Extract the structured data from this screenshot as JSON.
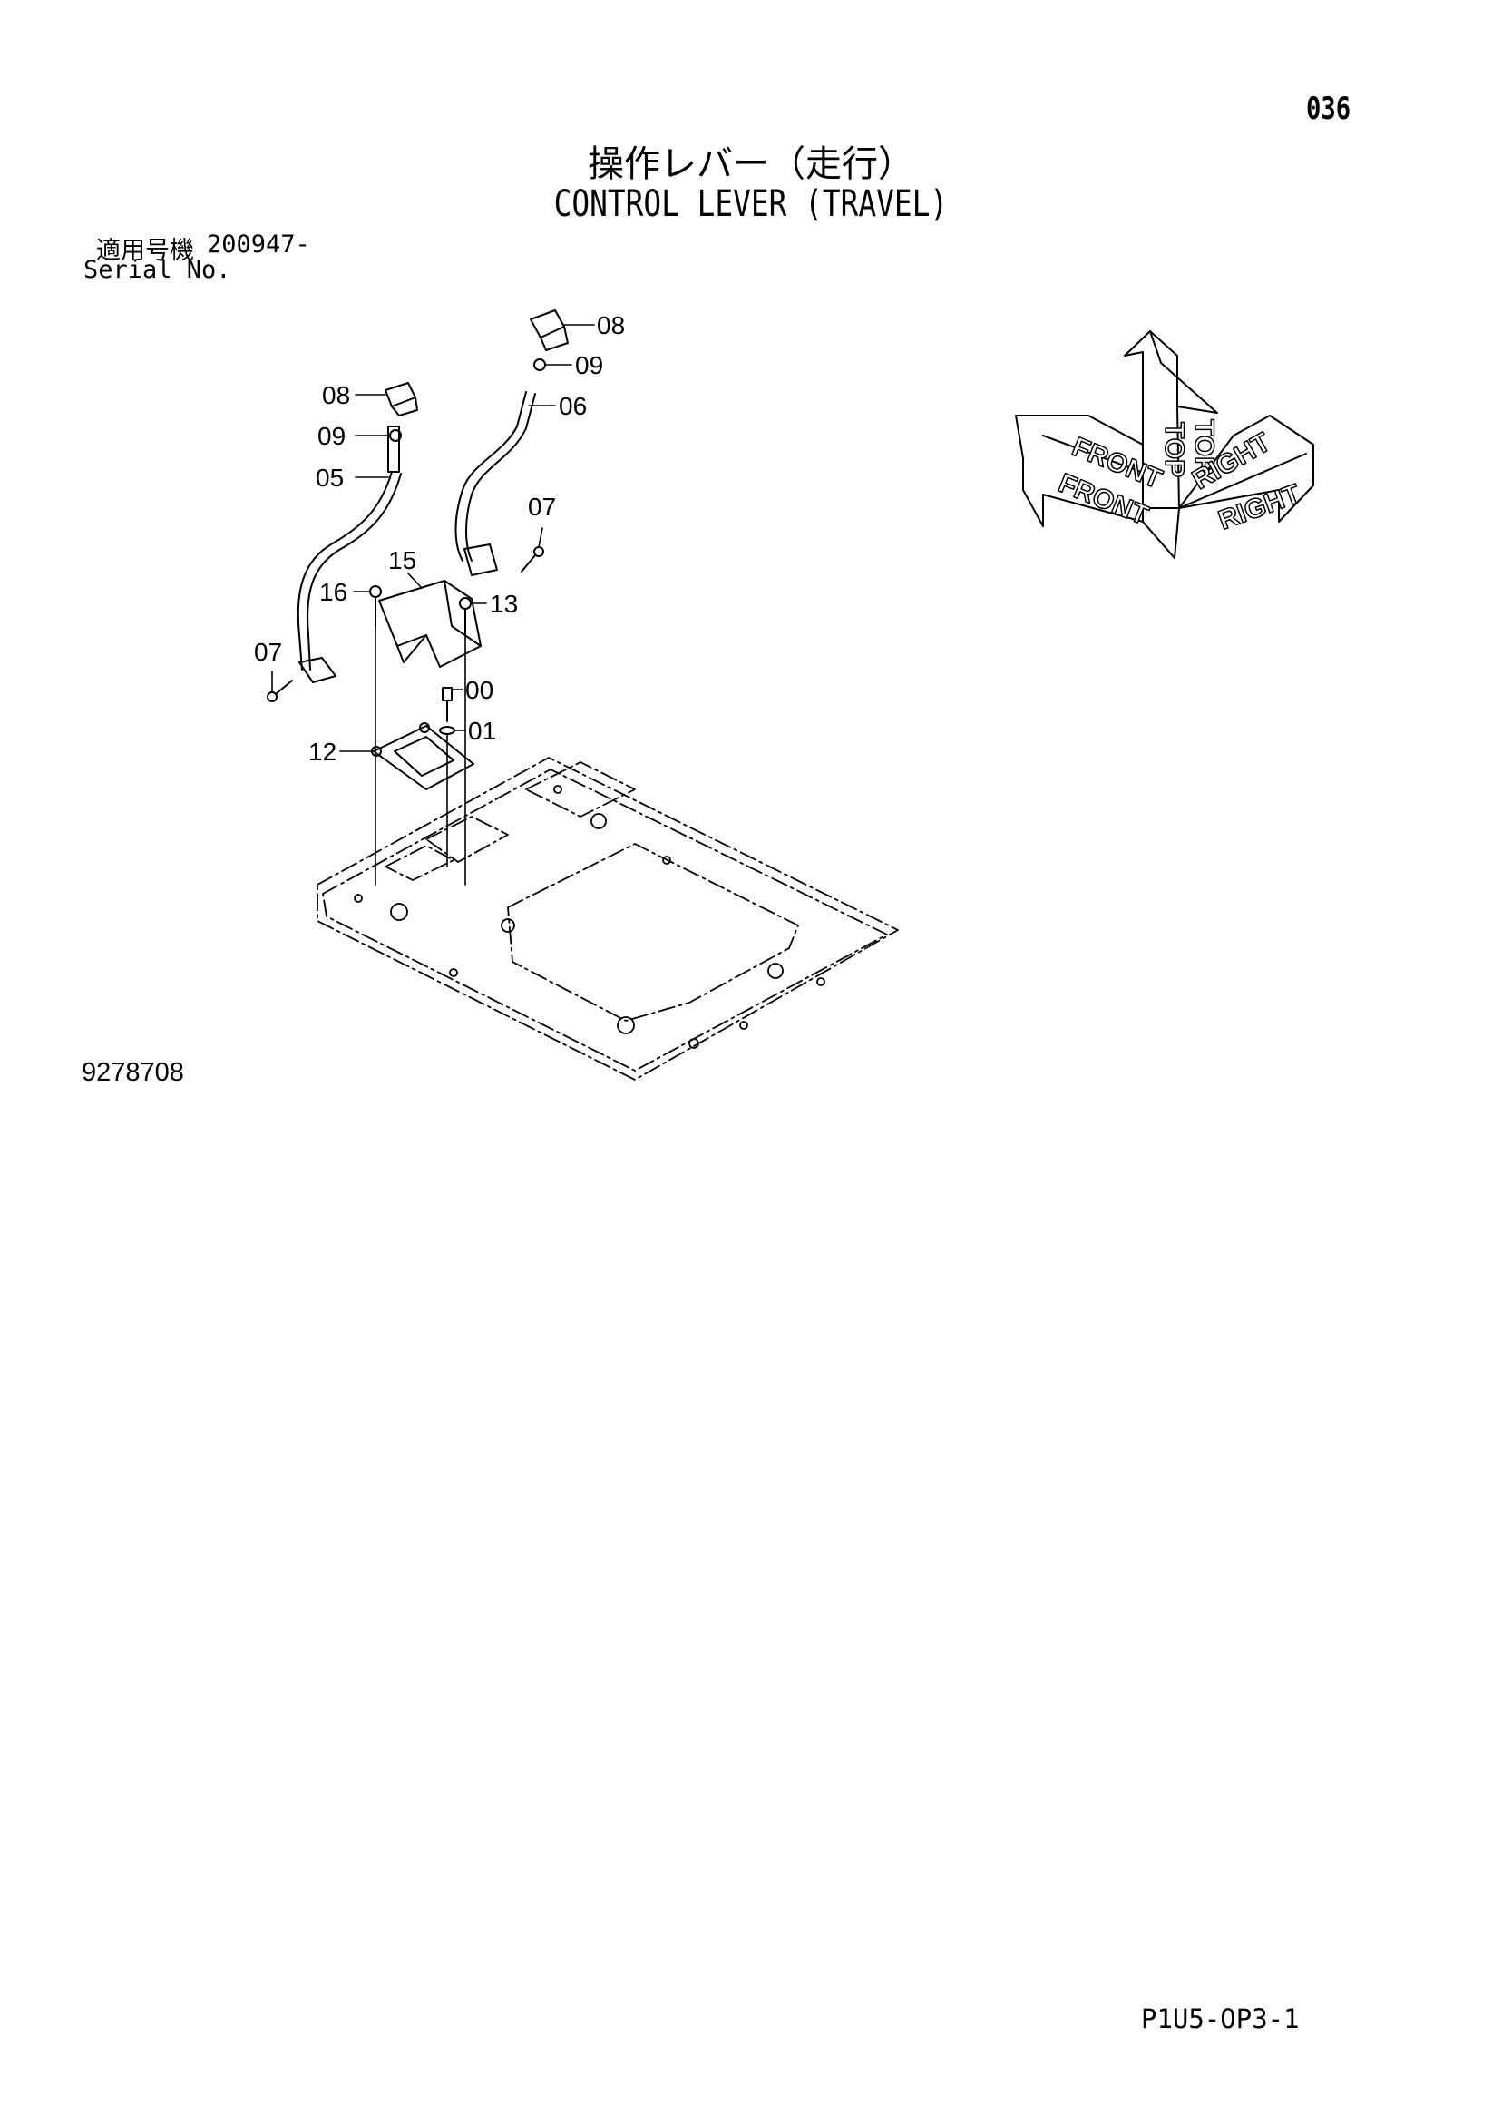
{
  "header": {
    "page_number": "036",
    "title_jp": "操作レバー（走行）",
    "title_en": "CONTROL LEVER (TRAVEL)",
    "serial_label_jp": "適用号機",
    "serial_value": "200947-",
    "serial_label_en": "Serial No."
  },
  "callouts": {
    "c08_right": "08",
    "c09_right": "09",
    "c06": "06",
    "c08_left": "08",
    "c09_left": "09",
    "c05": "05",
    "c07_right": "07",
    "c15": "15",
    "c16": "16",
    "c13": "13",
    "c07_left": "07",
    "c00": "00",
    "c01": "01",
    "c12": "12"
  },
  "orientation": {
    "front_top": "FRONT",
    "front_bottom": "FRONT",
    "top_a": "TOP",
    "top_b": "TOP",
    "right_top": "RIGHT",
    "right_bottom": "RIGHT"
  },
  "footer": {
    "drawing_number": "9278708",
    "sheet_code": "P1U5-OP3-1"
  }
}
